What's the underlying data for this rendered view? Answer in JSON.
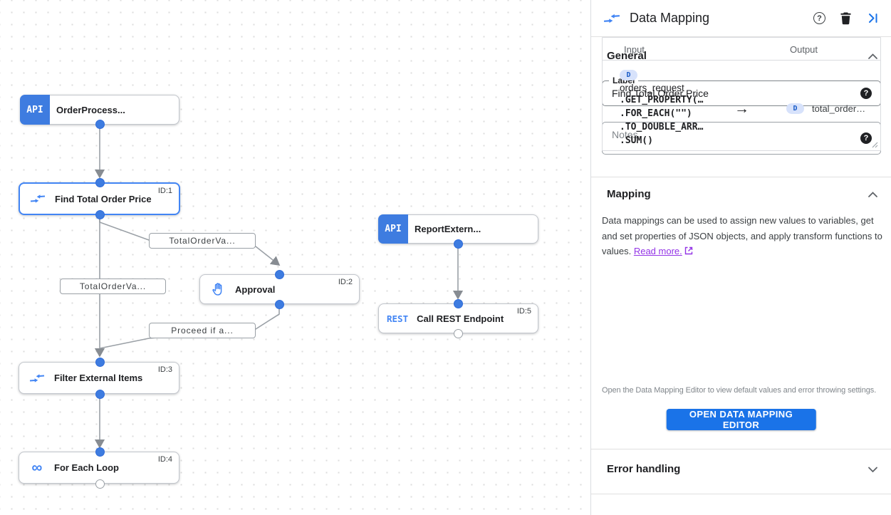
{
  "canvas": {
    "nodes": [
      {
        "label": "OrderProcess...",
        "badge": "API"
      },
      {
        "label": "Find Total Order Price",
        "id": "ID:1"
      },
      {
        "label": "ReportExtern...",
        "badge": "API"
      },
      {
        "label": "Approval",
        "id": "ID:2"
      },
      {
        "label": "Call REST Endpoint",
        "id": "ID:5",
        "badge": "REST"
      },
      {
        "label": "Filter External Items",
        "id": "ID:3"
      },
      {
        "label": "For Each Loop",
        "id": "ID:4",
        "icon_glyph": "∞"
      }
    ],
    "edge_labels": [
      {
        "text": "TotalOrderVa..."
      },
      {
        "text": "TotalOrderVa..."
      },
      {
        "text": "Proceed if a..."
      }
    ]
  },
  "panel": {
    "title": "Data Mapping",
    "help_glyph": "?",
    "sections": {
      "general": {
        "title": "General"
      },
      "mapping": {
        "title": "Mapping"
      },
      "error_handling": {
        "title": "Error handling"
      }
    },
    "label_field": {
      "label": "Label",
      "value": "Find Total Order Price"
    },
    "notes_field": {
      "placeholder": "Notes"
    },
    "mapping": {
      "description": "Data mappings can be used to assign new values to variables, get and set properties of JSON objects, and apply transform functions to values.",
      "read_more": "Read more.",
      "table": {
        "input_header": "Input",
        "output_header": "Output",
        "row": {
          "input_badge": "D",
          "input_variable": "orders_request",
          "input_functions": [
            ".GET_PROPERTY(…",
            ".FOR_EACH(\"\")",
            ".TO_DOUBLE_ARR…",
            ".SUM()"
          ],
          "arrow": "→",
          "output_badge": "D",
          "output_variable": "total_order…"
        }
      },
      "footnote": "Open the Data Mapping Editor to view default values and error throwing settings.",
      "button": "OPEN DATA MAPPING EDITOR"
    }
  },
  "colors": {
    "accent": "#1a73e8",
    "node_blue": "#4285f4",
    "badge_blue": "#3e7ce0",
    "link_purple": "#9334e6",
    "edge_gray": "#9aa0a6"
  }
}
